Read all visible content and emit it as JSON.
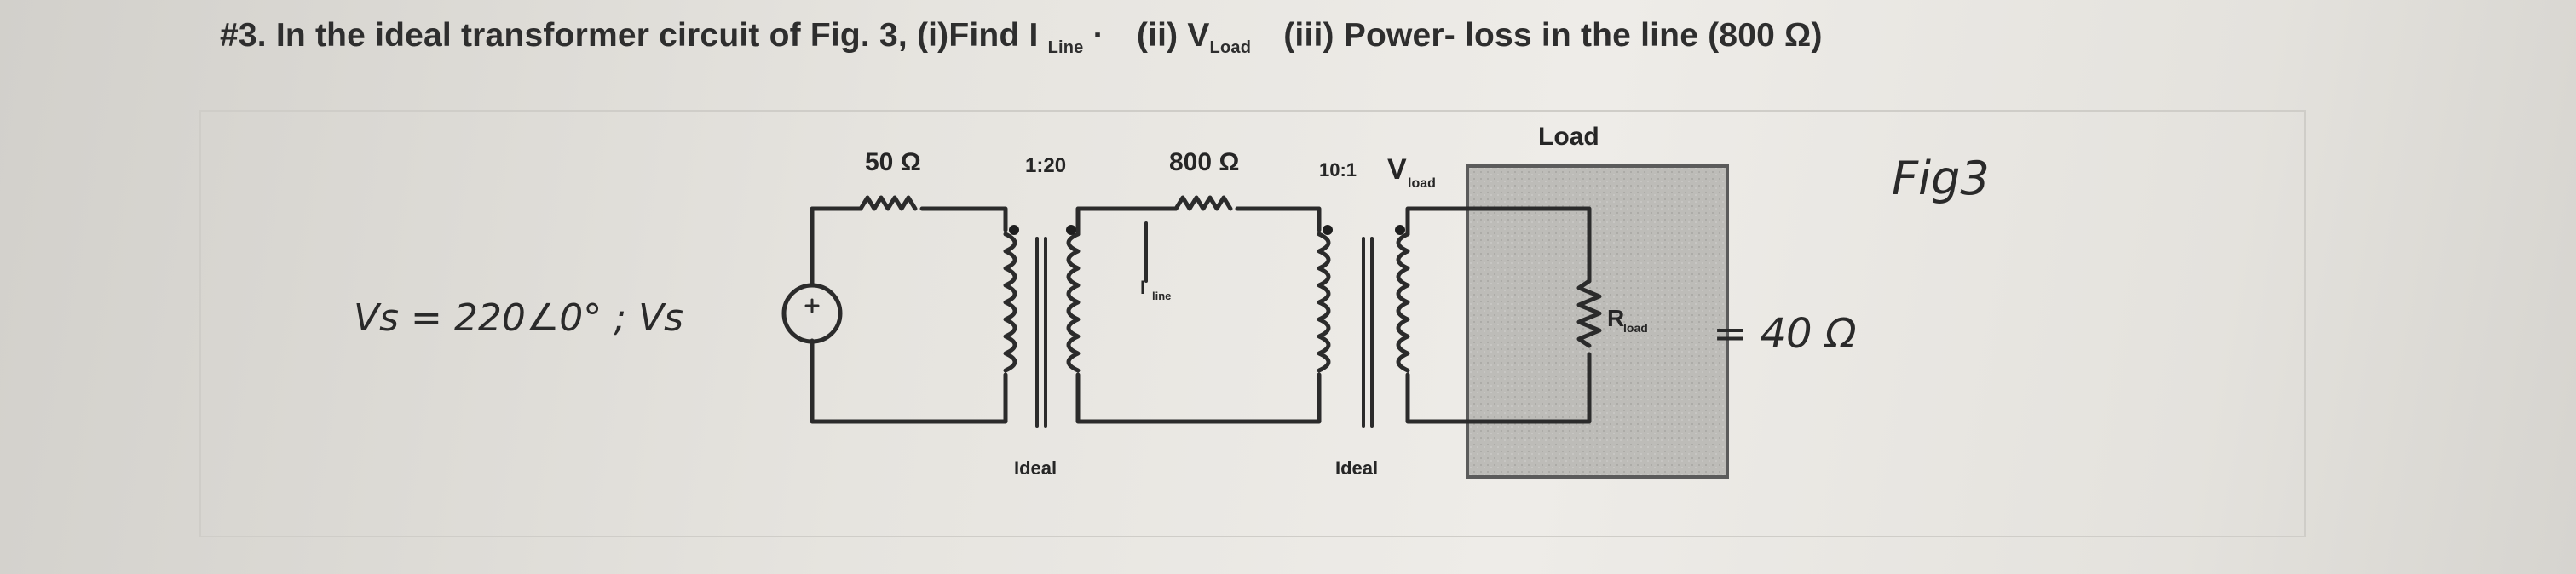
{
  "question": {
    "prefix": "#3. In the ideal transformer circuit of Fig. 3, (i)Find I",
    "sub_line": "Line",
    "dot": "·",
    "part2": "(ii) V",
    "sub_load": "Load",
    "part3": "(iii) Power- loss in the line (800 Ω)"
  },
  "figure": {
    "r_source": "50 Ω",
    "ratio_1": "1:20",
    "r_line": "800 Ω",
    "ratio_2": "10:1",
    "v_load_symbol": "V",
    "v_load_sub": "load",
    "load_label": "Load",
    "ideal_1": "Ideal",
    "ideal_2": "Ideal",
    "i_line_symbol": "I",
    "i_line_sub": "line",
    "r_load_symbol": "R",
    "r_load_sub": "load"
  },
  "handwriting": {
    "source": "Vs = 220∠0° ; Vs",
    "fig_label": "Fig3",
    "r_load_value": "= 40 Ω"
  }
}
